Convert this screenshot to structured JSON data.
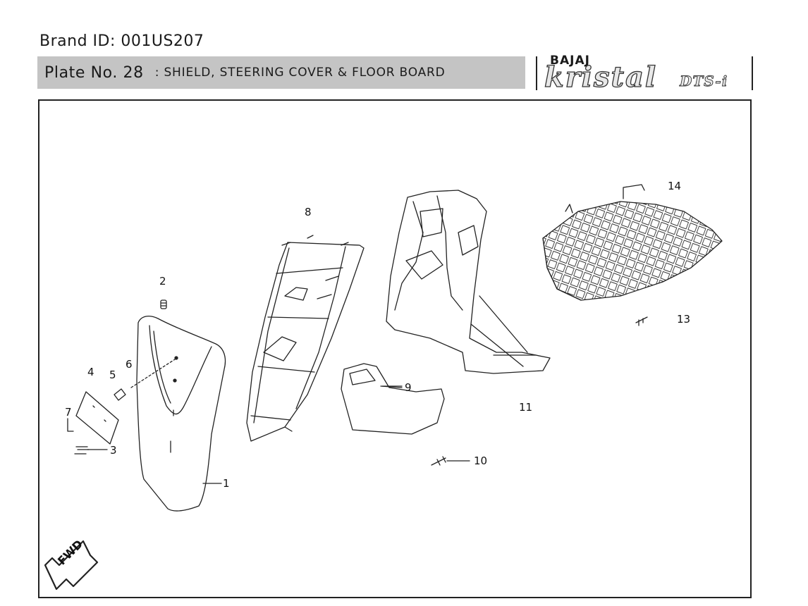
{
  "header": {
    "brand_id": "Brand ID: 001US207",
    "plate_no": "Plate No. 28",
    "plate_title": ": SHIELD, STEERING COVER & FLOOR BOARD"
  },
  "logo": {
    "maker": "BAJAJ",
    "model": "kristal",
    "variant": "DTS-i"
  },
  "diagram": {
    "fwd_label": "FWD",
    "callouts": [
      "1",
      "2",
      "3",
      "4",
      "5",
      "6",
      "7",
      "8",
      "9",
      "10",
      "11",
      "13",
      "14"
    ]
  }
}
